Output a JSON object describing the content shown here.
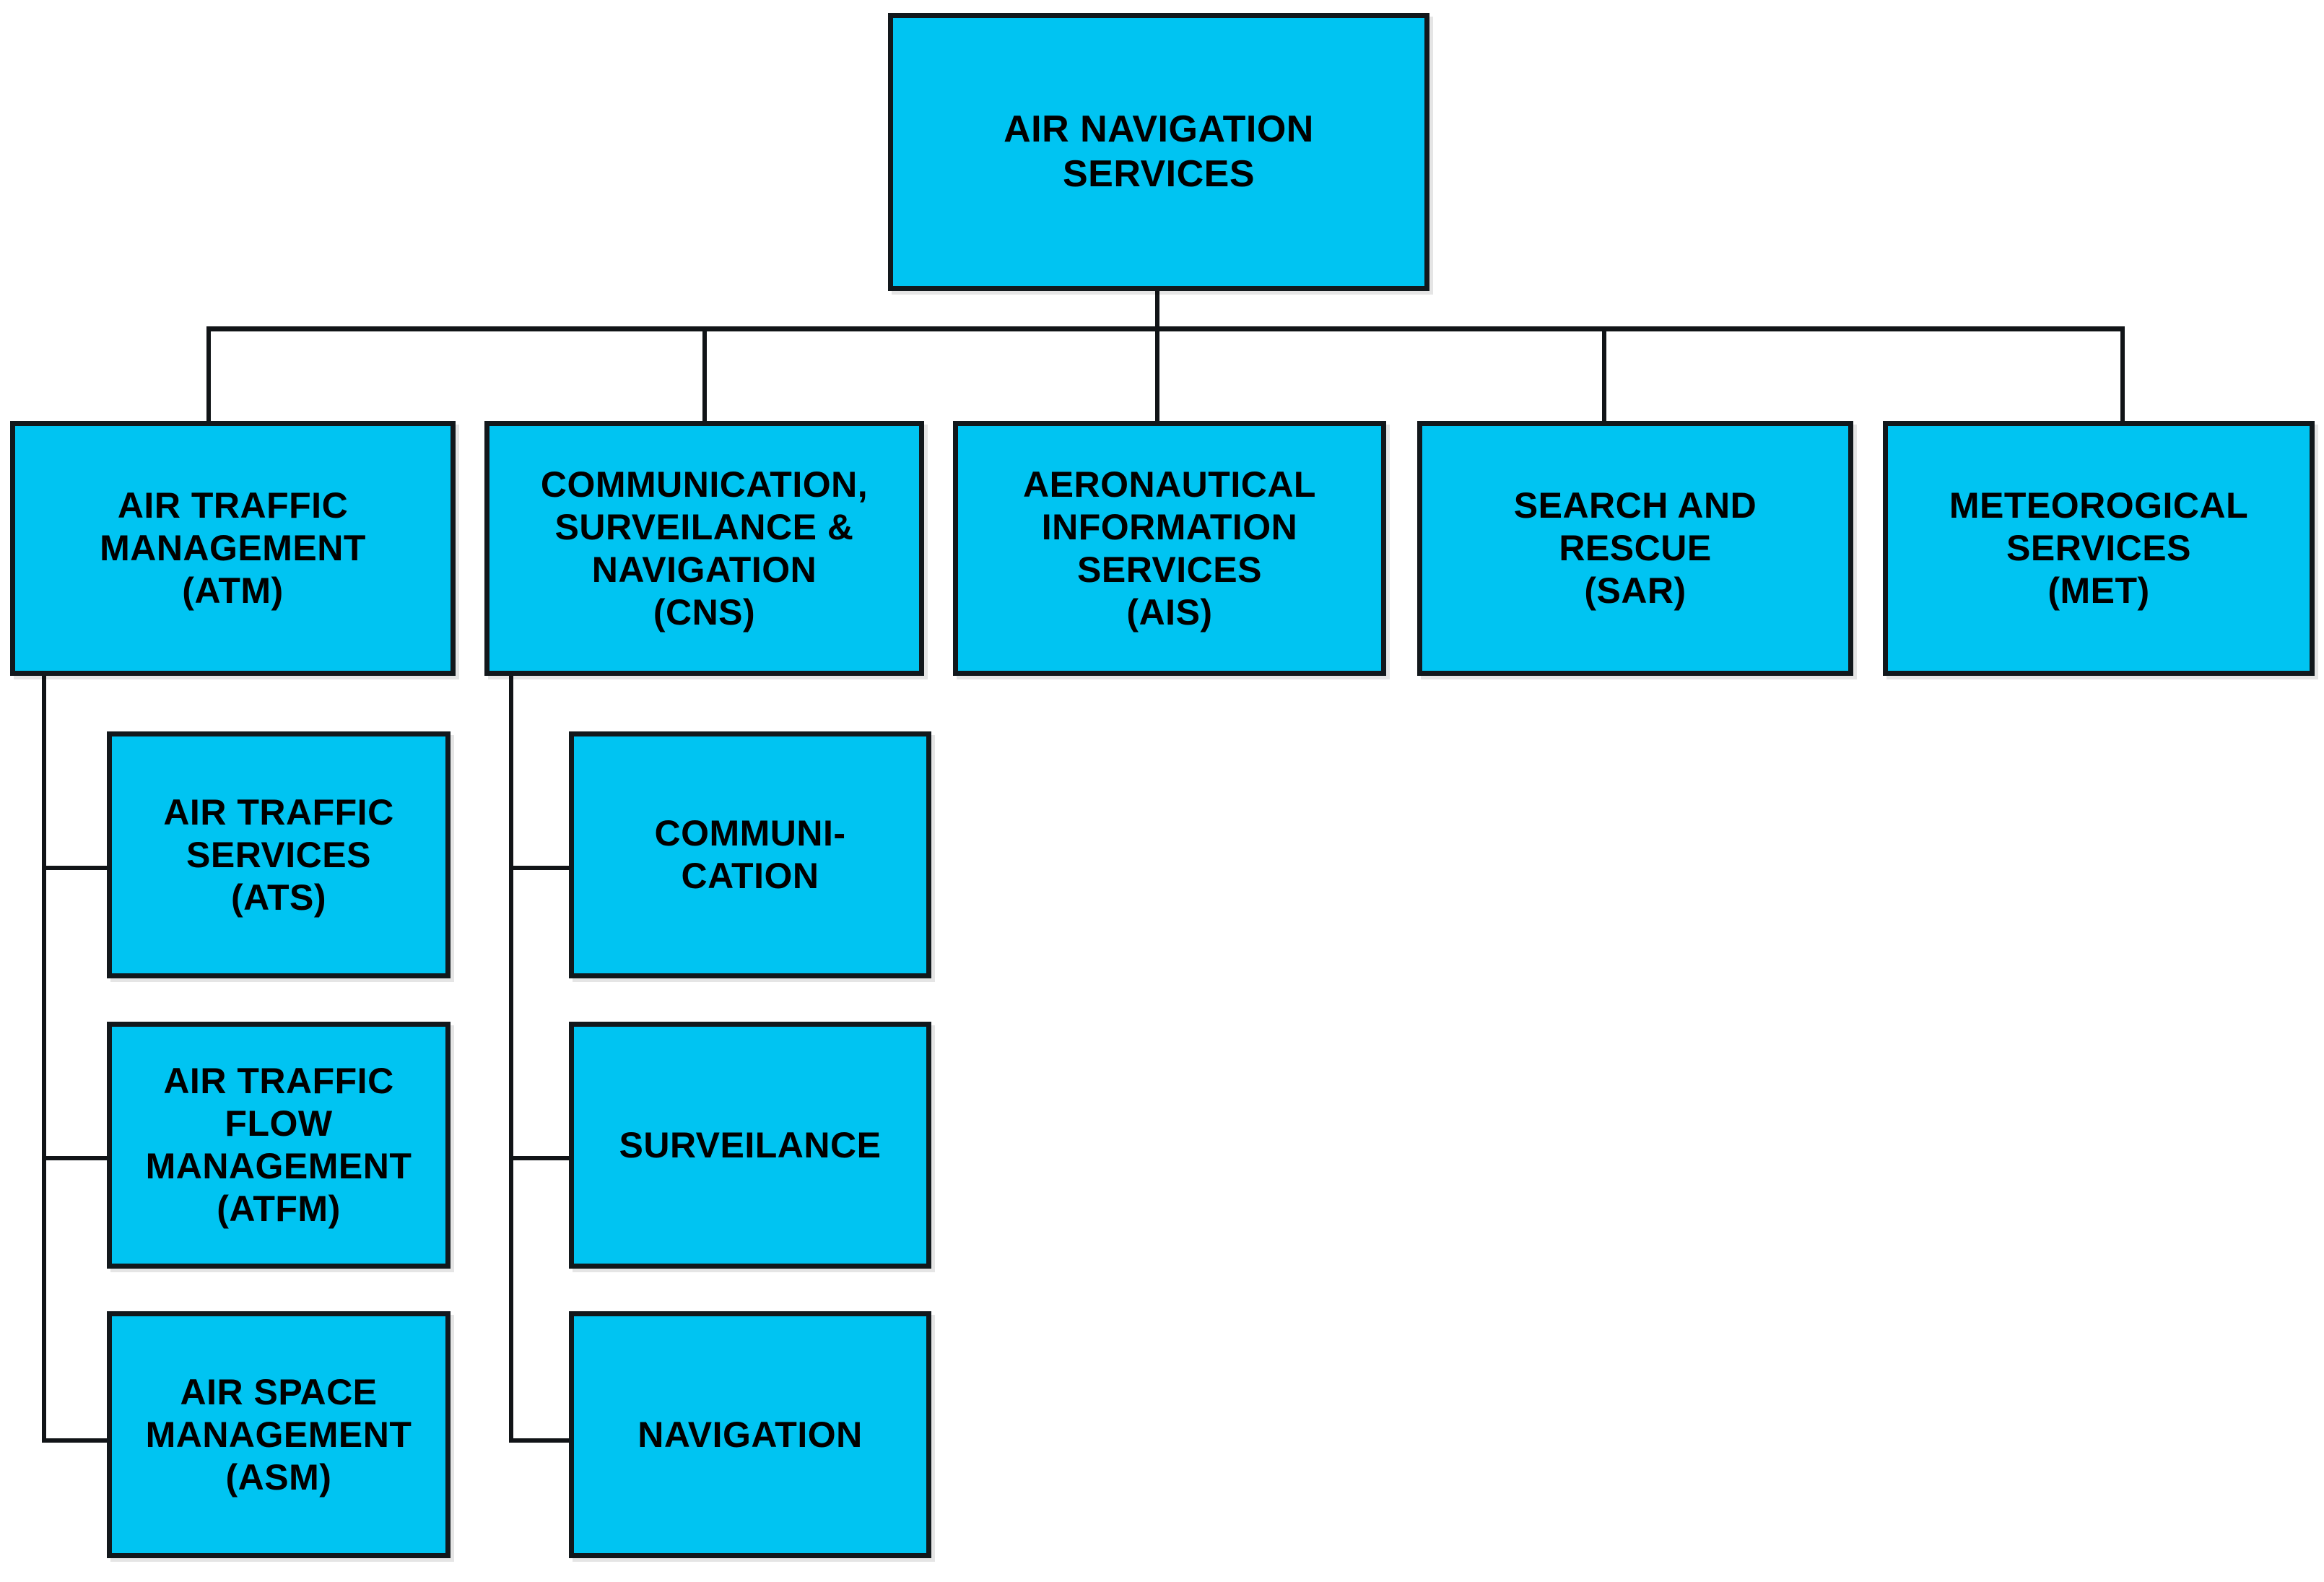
{
  "diagram": {
    "title": "AIR NAVIGATION SERVICES",
    "type": "organisational-hierarchy-chart",
    "colors": {
      "node_fill": "#00c4f2",
      "node_border": "#12181c",
      "connector": "#111417",
      "text": "#000000",
      "background": "#ffffff"
    },
    "root": {
      "id": "ans",
      "label": "AIR NAVIGATION\nSERVICES",
      "abbr": ""
    },
    "level2": [
      {
        "id": "atm",
        "label": "AIR TRAFFIC\nMANAGEMENT\n(ATM)",
        "abbr": "ATM"
      },
      {
        "id": "cns",
        "label": "COMMUNICATION,\nSURVEILANCE &\nNAVIGATION\n(CNS)",
        "abbr": "CNS"
      },
      {
        "id": "ais",
        "label": "AERONAUTICAL\nINFORMATION\nSERVICES\n(AIS)",
        "abbr": "AIS"
      },
      {
        "id": "sar",
        "label": "SEARCH AND\nRESCUE\n(SAR)",
        "abbr": "SAR"
      },
      {
        "id": "met",
        "label": "METEOROGICAL\nSERVICES\n(MET)",
        "abbr": "MET"
      }
    ],
    "atm_children": [
      {
        "id": "ats",
        "label": "AIR TRAFFIC\nSERVICES\n(ATS)",
        "abbr": "ATS"
      },
      {
        "id": "atfm",
        "label": "AIR TRAFFIC\nFLOW\nMANAGEMENT\n(ATFM)",
        "abbr": "ATFM"
      },
      {
        "id": "asm",
        "label": "AIR SPACE\nMANAGEMENT\n(ASM)",
        "abbr": "ASM"
      }
    ],
    "cns_children": [
      {
        "id": "communication",
        "label": "COMMUNI-\nCATION",
        "abbr": ""
      },
      {
        "id": "surveilance",
        "label": "SURVEILANCE",
        "abbr": ""
      },
      {
        "id": "navigation",
        "label": "NAVIGATION",
        "abbr": ""
      }
    ]
  }
}
